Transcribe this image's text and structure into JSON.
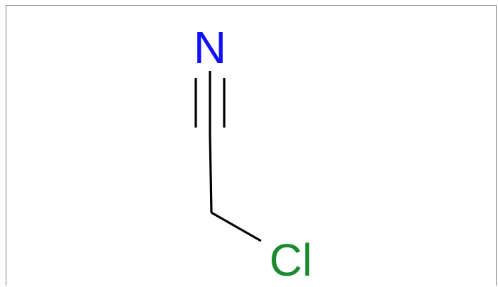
{
  "molecule": {
    "atoms": [
      {
        "id": "N",
        "label": "N",
        "color": "#1010ff"
      },
      {
        "id": "Cl",
        "label": "Cl",
        "color": "#1a8a2e"
      }
    ],
    "bonds": [
      {
        "name": "triple-bond",
        "order": 3,
        "from": "C1",
        "to": "N"
      },
      {
        "name": "single-bond-c-c",
        "order": 1,
        "from": "C1",
        "to": "C2"
      },
      {
        "name": "single-bond-c-cl",
        "order": 1,
        "from": "C2",
        "to": "Cl"
      }
    ],
    "bond_color": "#000000"
  }
}
